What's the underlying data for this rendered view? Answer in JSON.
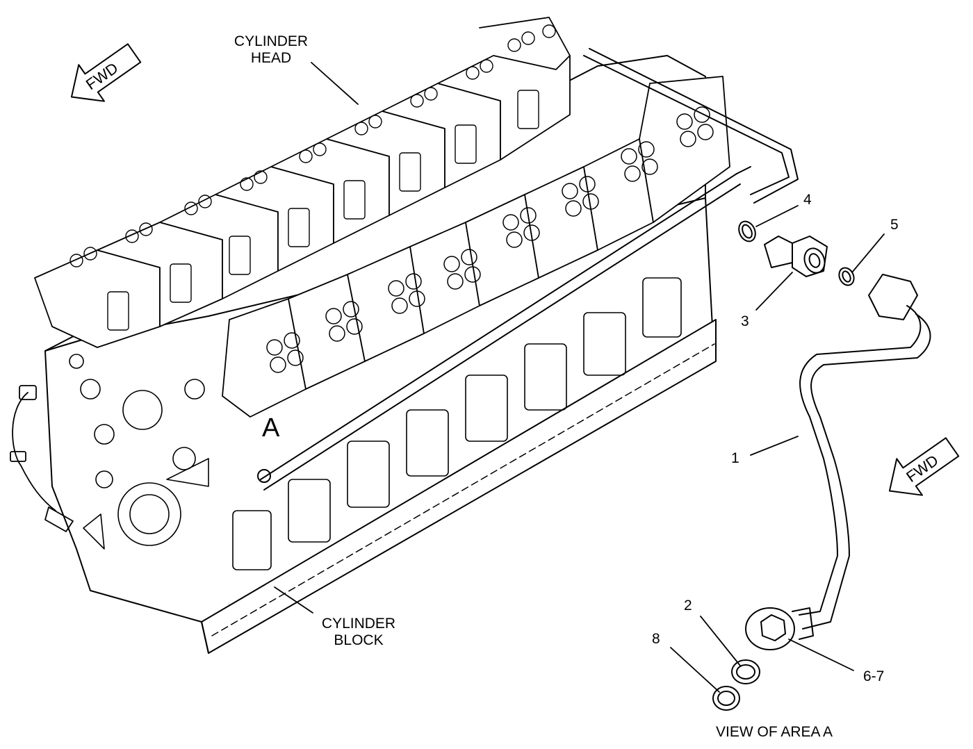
{
  "labels": {
    "cylinder_head_line1": "CYLINDER",
    "cylinder_head_line2": "HEAD",
    "cylinder_block_line1": "CYLINDER",
    "cylinder_block_line2": "BLOCK",
    "view_area": "VIEW OF AREA A",
    "area_marker": "A",
    "fwd_left": "FWD",
    "fwd_right": "FWD"
  },
  "callouts": {
    "c1": "1",
    "c2": "2",
    "c3": "3",
    "c4": "4",
    "c5": "5",
    "c6_7": "6-7",
    "c8": "8"
  },
  "icons": {
    "fwd_arrow": "fwd-arrow-icon"
  }
}
